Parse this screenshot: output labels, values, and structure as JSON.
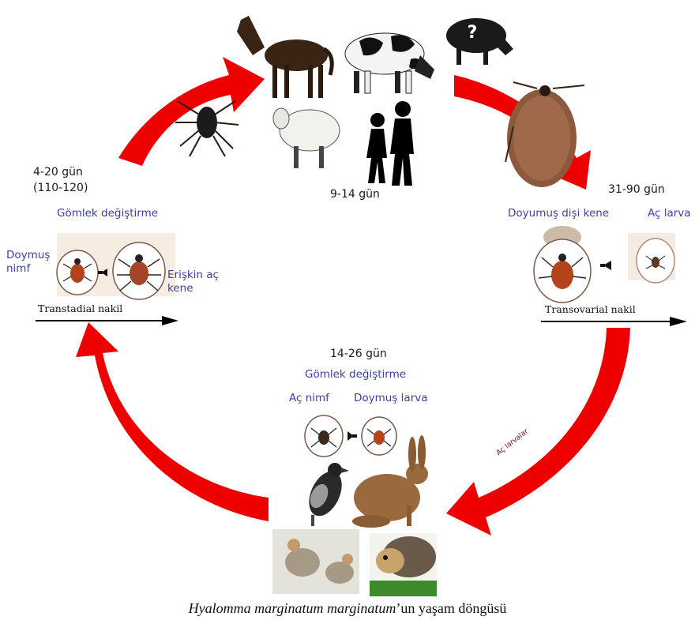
{
  "top": {
    "days": "9-14 gün"
  },
  "left": {
    "days": "4-20 gün",
    "days_alt": "(110-120)",
    "molt": "Gömlek değiştirme",
    "from_label_line1": "Doymuş",
    "from_label_line2": "nimf",
    "to_label_line1": "Erişkin aç",
    "to_label_line2": "kene",
    "transmission": "Transtadial nakil"
  },
  "right": {
    "days": "31-90 gün",
    "female_label": "Doyumuş dişi kene",
    "larva_label": "Aç larva",
    "transmission": "Transovarial nakil"
  },
  "bottom": {
    "days": "14-26 gün",
    "molt": "Gömlek değiştirme",
    "nymph_label": "Aç nimf",
    "larva_label": "Doymuş larva",
    "arrow_text": "Aç larvalar"
  },
  "caption": {
    "species": "Hyalomma marginatum marginatum",
    "rest": "’un yaşam döngüsü"
  },
  "icons": [
    "horse-icon",
    "cow-icon",
    "wild-boar-icon",
    "sheep-icon",
    "humans-icon",
    "engorged-tick-icon",
    "tick-icon",
    "crow-icon",
    "hare-icon",
    "partridge-icon",
    "hedgehog-icon"
  ],
  "colors": {
    "arrow": "#ee0000",
    "text_blue": "#3b3fa6"
  }
}
